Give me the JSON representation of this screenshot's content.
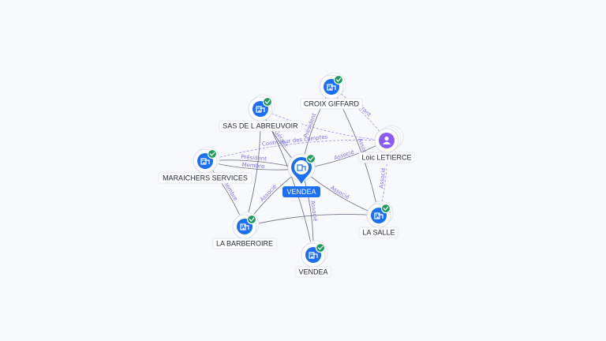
{
  "graph": {
    "nodes": [
      {
        "id": "center",
        "label": "VENDEA",
        "kind": "company-main",
        "verified": true,
        "icon": "building-icon"
      },
      {
        "id": "croix",
        "label": "CROIX GIFFARD",
        "kind": "company",
        "verified": true,
        "icon": "building-icon"
      },
      {
        "id": "sas",
        "label": "SAS DE L ABREUVOIR",
        "kind": "company",
        "verified": true,
        "icon": "building-icon"
      },
      {
        "id": "loic",
        "label": "Loic LETIERCE",
        "kind": "person",
        "verified": false,
        "icon": "person-icon"
      },
      {
        "id": "mara",
        "label": "MARAICHERS SERVICES",
        "kind": "company",
        "verified": true,
        "icon": "building-icon"
      },
      {
        "id": "barb",
        "label": "LA BARBEROIRE",
        "kind": "company",
        "verified": true,
        "icon": "building-icon"
      },
      {
        "id": "vendea2",
        "label": "VENDEA",
        "kind": "company",
        "verified": true,
        "icon": "building-icon"
      },
      {
        "id": "salle",
        "label": "LA SALLE",
        "kind": "company",
        "verified": true,
        "icon": "building-icon"
      }
    ],
    "edges": [
      {
        "from": "croix",
        "to": "center",
        "label": "Président"
      },
      {
        "from": "croix",
        "to": "salle",
        "label": "Associé"
      },
      {
        "from": "sas",
        "to": "center",
        "label": "Gérant"
      },
      {
        "from": "sas",
        "to": "barb",
        "label": ""
      },
      {
        "from": "sas",
        "to": "loic",
        "label": ""
      },
      {
        "from": "loic",
        "to": "center",
        "label": "Associé"
      },
      {
        "from": "loic",
        "to": "croix",
        "label": "Gérant"
      },
      {
        "from": "loic",
        "to": "salle",
        "label": "Associé"
      },
      {
        "from": "loic",
        "to": "mara",
        "label": "Contrôleur des comptes"
      },
      {
        "from": "mara",
        "to": "center",
        "label": "Président"
      },
      {
        "from": "mara",
        "to": "center",
        "label": "Membre"
      },
      {
        "from": "mara",
        "to": "barb",
        "label": "Membre"
      },
      {
        "from": "center",
        "to": "barb",
        "label": "Associé"
      },
      {
        "from": "center",
        "to": "vendea2",
        "label": "Associé"
      },
      {
        "from": "center",
        "to": "salle",
        "label": "Associé"
      },
      {
        "from": "barb",
        "to": "salle",
        "label": ""
      },
      {
        "from": "vendea2",
        "to": "sas",
        "label": ""
      }
    ]
  }
}
